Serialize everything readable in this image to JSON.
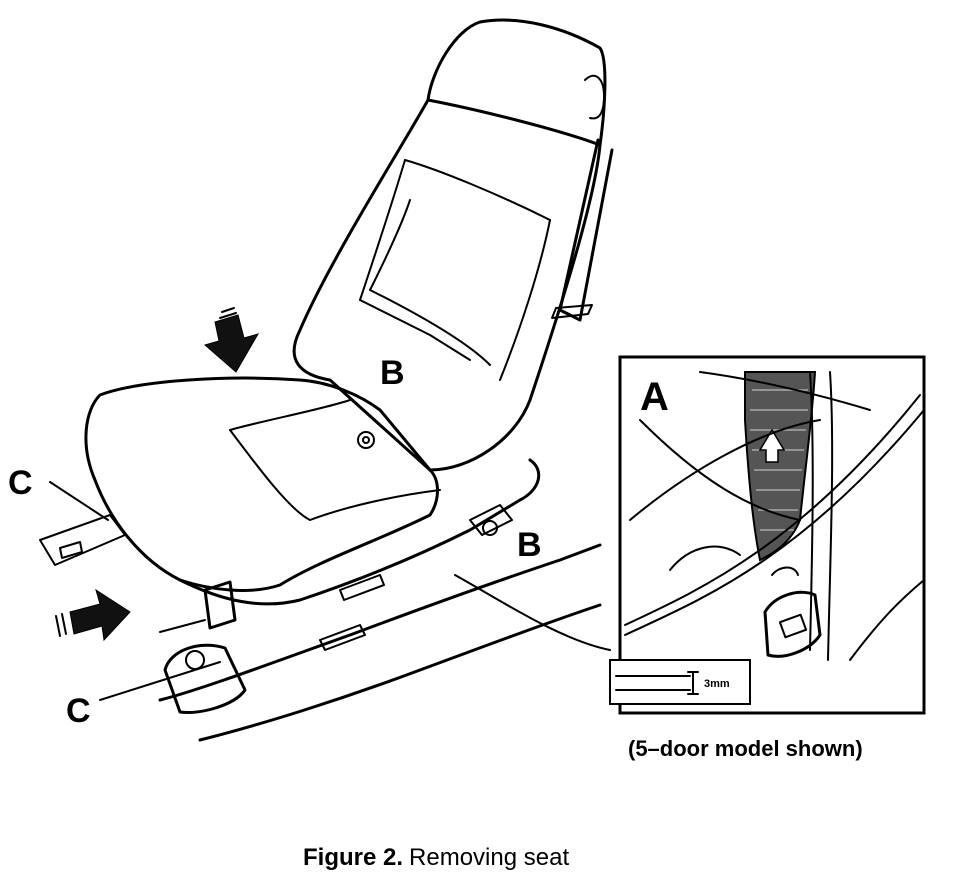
{
  "callouts": {
    "a": "A",
    "b_seat": "B",
    "b_rail": "B",
    "c_upper": "C",
    "c_lower": "C"
  },
  "inset": {
    "gauge_label": "3mm"
  },
  "note": "(5–door model shown)",
  "caption": {
    "number": "Figure 2.",
    "text": "Removing seat"
  },
  "icons": [
    "push-arrow-icon",
    "belt-pull-arrow-icon"
  ]
}
